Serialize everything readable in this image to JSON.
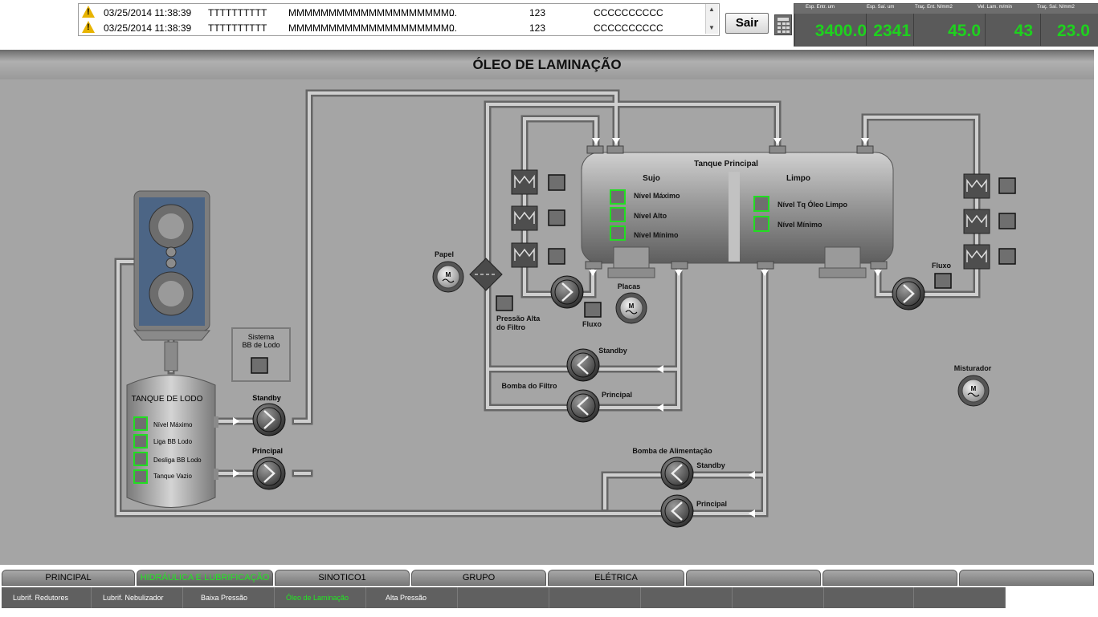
{
  "alarms": [
    {
      "date": "03/25/2014 11:38:39",
      "tag": "TTTTTTTTTT",
      "message": "MMMMMMMMMMMMMMMMMMMM...",
      "value": "0",
      "code": "123",
      "class": "CCCCCCCCCC"
    },
    {
      "date": "03/25/2014 11:38:39",
      "tag": "TTTTTTTTTT",
      "message": "MMMMMMMMMMMMMMMMMMMM...",
      "value": "0",
      "code": "123",
      "class": "CCCCCCCCCC"
    }
  ],
  "header": {
    "exit_label": "Sair"
  },
  "readouts": [
    {
      "label": "Esp. Entr. um",
      "value": "3400.0"
    },
    {
      "label": "Esp. Saí. um",
      "value": "2341"
    },
    {
      "label": "Traç. Ent. N/mm2",
      "value": "45.0"
    },
    {
      "label": "Vel. Lam. m/min",
      "value": "43"
    },
    {
      "label": "Traç. Saí. N/mm2",
      "value": "23.0"
    }
  ],
  "page": {
    "title": "ÓLEO DE LAMINAÇÃO"
  },
  "sludge": {
    "tank_title": "TANQUE DE LODO",
    "indicators": [
      "Nível Máximo",
      "Liga BB Lodo",
      "Desliga BB Lodo",
      "Tanque Vazio"
    ],
    "system_label_1": "Sistema",
    "system_label_2": "BB de Lodo",
    "standby_label": "Standby",
    "principal_label": "Principal"
  },
  "main_tank": {
    "title": "Tanque Principal",
    "dirty_label": "Sujo",
    "clean_label": "Limpo",
    "dirty_indicators": [
      "Nível Máximo",
      "Nível Alto",
      "Nível Mínimo"
    ],
    "clean_indicators": [
      "Nível Tq Óleo Limpo",
      "Nível Mínimo"
    ]
  },
  "filter": {
    "paper_label": "Papel",
    "pressure_label_1": "Pressão Alta",
    "pressure_label_2": "do Filtro",
    "flow_label": "Fluxo",
    "plates_label": "Placas",
    "pump_group_label": "Bomba do Filtro",
    "standby_label": "Standby",
    "principal_label": "Principal"
  },
  "feed": {
    "group_label": "Bomba de Alimentação",
    "standby_label": "Standby",
    "principal_label": "Principal"
  },
  "right_side": {
    "flow_label": "Fluxo",
    "mixer_label": "Misturador"
  },
  "motor_symbol": "M",
  "nav": {
    "tabs": [
      "PRINCIPAL",
      "HIDRÁULICA E LUBRIFICAÇÃO",
      "SINOTICO1",
      "GRUPO",
      "ELÉTRICA",
      "",
      "",
      ""
    ],
    "active_tab": 1,
    "subtabs": [
      "Lubrif. Redutores",
      "Lubrif. Nebulizador",
      "Baixa Pressão",
      "Óleo de Laminação",
      "Alta Pressão",
      "",
      "",
      "",
      "",
      "",
      ""
    ],
    "active_subtab": 3
  },
  "colors": {
    "indicator_on": "#22dd22",
    "readout": "#1ed21e",
    "background": "#a5a5a5"
  }
}
